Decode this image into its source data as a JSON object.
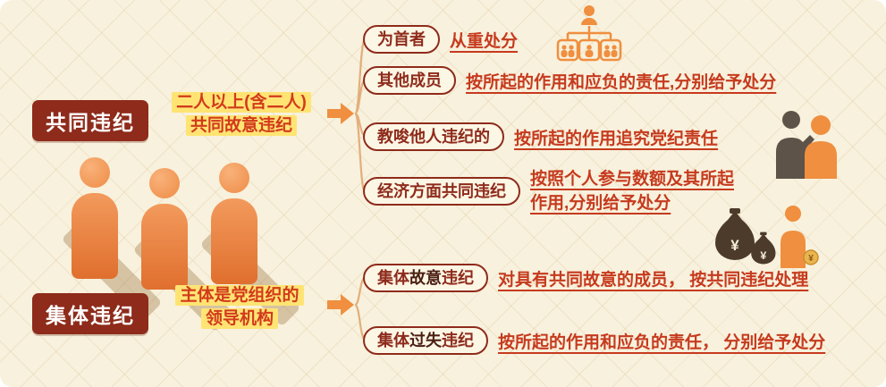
{
  "colors": {
    "background": "#f8f1dd",
    "dark_red": "#8e2b1b",
    "red_text": "#c63a1e",
    "yellow_highlight": "#ffe473",
    "orange": "#ef8f3f"
  },
  "icons": {
    "org_chart": "org-chart-icon",
    "whisper": "whisper-people-icon",
    "money": "money-bags-icon",
    "arrow": "right-arrow-icon",
    "figures": "three-people-figures"
  },
  "groups": [
    {
      "title": "共同违纪",
      "note": [
        "二人以上(含二人)",
        "共同故意违纪"
      ],
      "branches": [
        {
          "label": "为首者",
          "desc": "从重处分"
        },
        {
          "label": "其他成员",
          "desc": "按所起的作用和应负的责任,分别给予处分"
        },
        {
          "label": "教唆他人违纪的",
          "desc": "按所起的作用追究党纪责任"
        },
        {
          "label": "经济方面共同违纪",
          "desc1": "按照个人参与数额及其所起",
          "desc2": "作用,分别给予处分"
        }
      ]
    },
    {
      "title": "集体违纪",
      "note": [
        "主体是党组织的",
        "领导机构"
      ],
      "branches": [
        {
          "label_prefix": "集体",
          "label_emph": "故意",
          "label_suffix": "违纪",
          "desc": "对具有共同故意的成员， 按共同违纪处理"
        },
        {
          "label_prefix": "集体",
          "label_emph": "过失",
          "label_suffix": "违纪",
          "desc": "按所起的作用和应负的责任， 分别给予处分"
        }
      ]
    }
  ]
}
